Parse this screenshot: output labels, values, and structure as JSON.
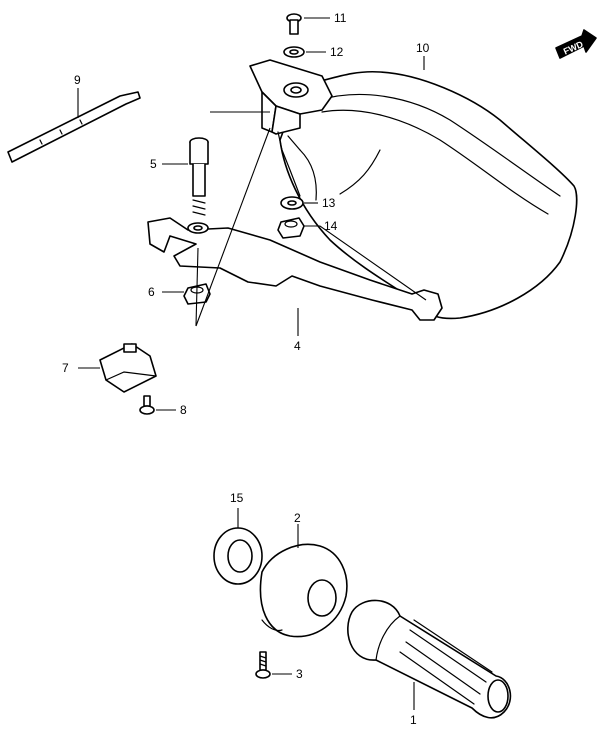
{
  "fwd_label": "FWD",
  "callouts": [
    {
      "id": "1",
      "label": "1"
    },
    {
      "id": "2",
      "label": "2"
    },
    {
      "id": "3",
      "label": "3"
    },
    {
      "id": "4",
      "label": "4"
    },
    {
      "id": "5",
      "label": "5"
    },
    {
      "id": "6",
      "label": "6"
    },
    {
      "id": "7",
      "label": "7"
    },
    {
      "id": "8",
      "label": "8"
    },
    {
      "id": "9",
      "label": "9"
    },
    {
      "id": "10",
      "label": "10"
    },
    {
      "id": "11",
      "label": "11"
    },
    {
      "id": "12",
      "label": "12"
    },
    {
      "id": "13",
      "label": "13"
    },
    {
      "id": "14",
      "label": "14"
    },
    {
      "id": "15",
      "label": "15"
    }
  ]
}
